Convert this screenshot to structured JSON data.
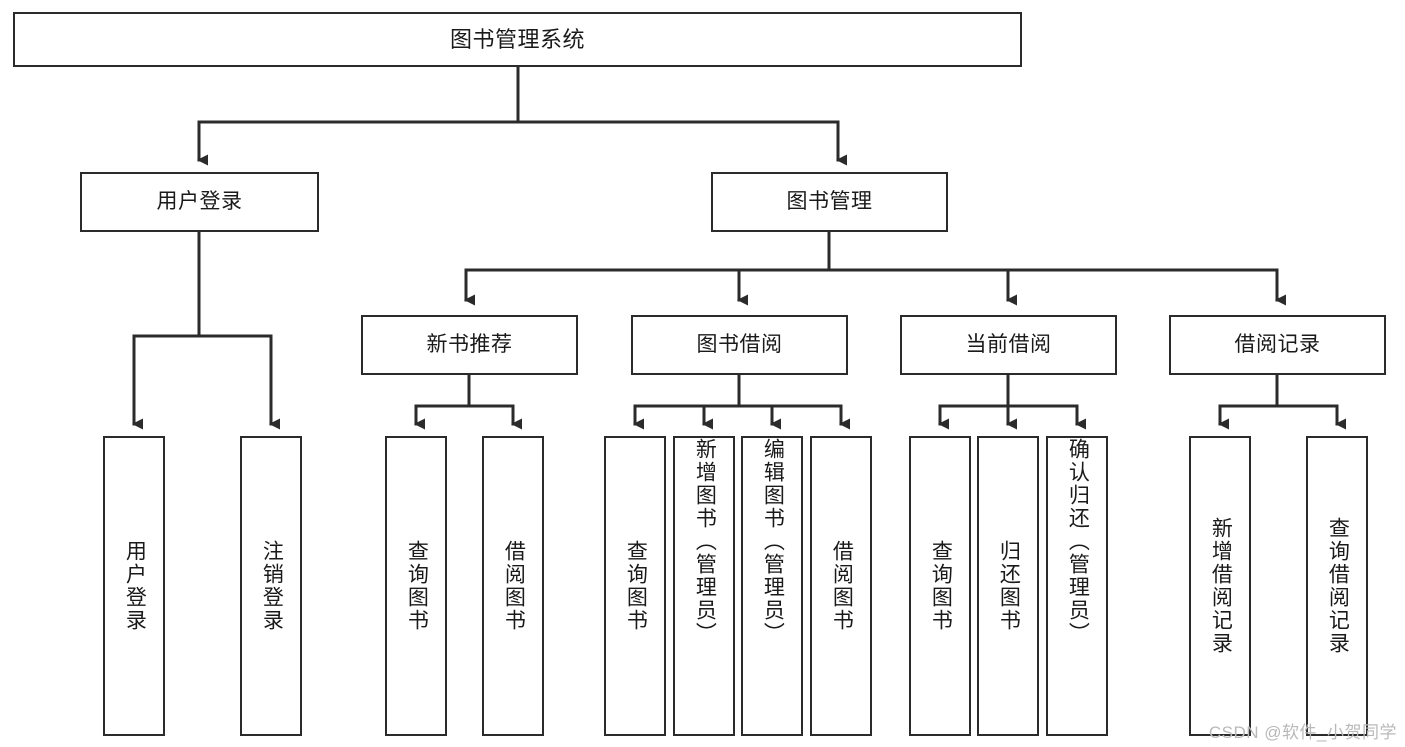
{
  "diagram": {
    "title": "图书管理系统",
    "type": "hierarchy-tree",
    "root": {
      "label": "图书管理系统"
    },
    "level2": [
      {
        "label": "用户登录"
      },
      {
        "label": "图书管理"
      }
    ],
    "level3": [
      {
        "label": "新书推荐"
      },
      {
        "label": "图书借阅"
      },
      {
        "label": "当前借阅"
      },
      {
        "label": "借阅记录"
      }
    ],
    "leaves": {
      "user_login": [
        {
          "label": "用户登录"
        },
        {
          "label": "注销登录"
        }
      ],
      "new_book_recommend": [
        {
          "label": "查询图书"
        },
        {
          "label": "借阅图书"
        }
      ],
      "book_borrow": [
        {
          "label": "查询图书"
        },
        {
          "label": "新增图书（管理员）"
        },
        {
          "label": "编辑图书（管理员）"
        },
        {
          "label": "借阅图书"
        }
      ],
      "current_borrow": [
        {
          "label": "查询图书"
        },
        {
          "label": "归还图书"
        },
        {
          "label": "确认归还（管理员）"
        }
      ],
      "borrow_record": [
        {
          "label": "新增借阅记录"
        },
        {
          "label": "查询借阅记录"
        }
      ]
    },
    "colors": {
      "stroke": "#2b2b2b",
      "fill": "#ffffff",
      "text": "#1a1a1a",
      "watermark": "#b9b9b9"
    }
  },
  "watermark": {
    "text": "CSDN @软件_小贺同学"
  }
}
